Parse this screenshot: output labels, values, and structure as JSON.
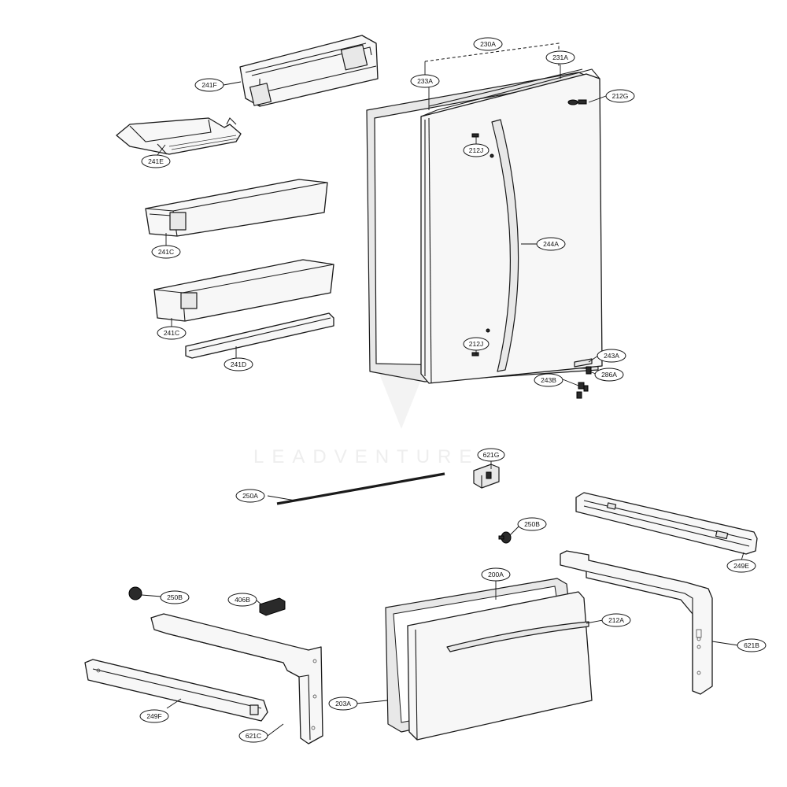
{
  "watermark": "LEADVENTURE",
  "labels": {
    "p230A": "230A",
    "p231A": "231A",
    "p233A": "233A",
    "p212G": "212G",
    "p241F": "241F",
    "p241E": "241E",
    "p212J_top": "212J",
    "p241C_top": "241C",
    "p244A": "244A",
    "p241C_bottom": "241C",
    "p241D": "241D",
    "p212J_bottom": "212J",
    "p243A": "243A",
    "p286A": "286A",
    "p243B": "243B",
    "p621G": "621G",
    "p250A": "250A",
    "p250B_right": "250B",
    "p249E": "249E",
    "p200A": "200A",
    "p250B_left": "250B",
    "p406B": "406B",
    "p212A": "212A",
    "p621B": "621B",
    "p203A": "203A",
    "p249F": "249F",
    "p621C": "621C"
  }
}
